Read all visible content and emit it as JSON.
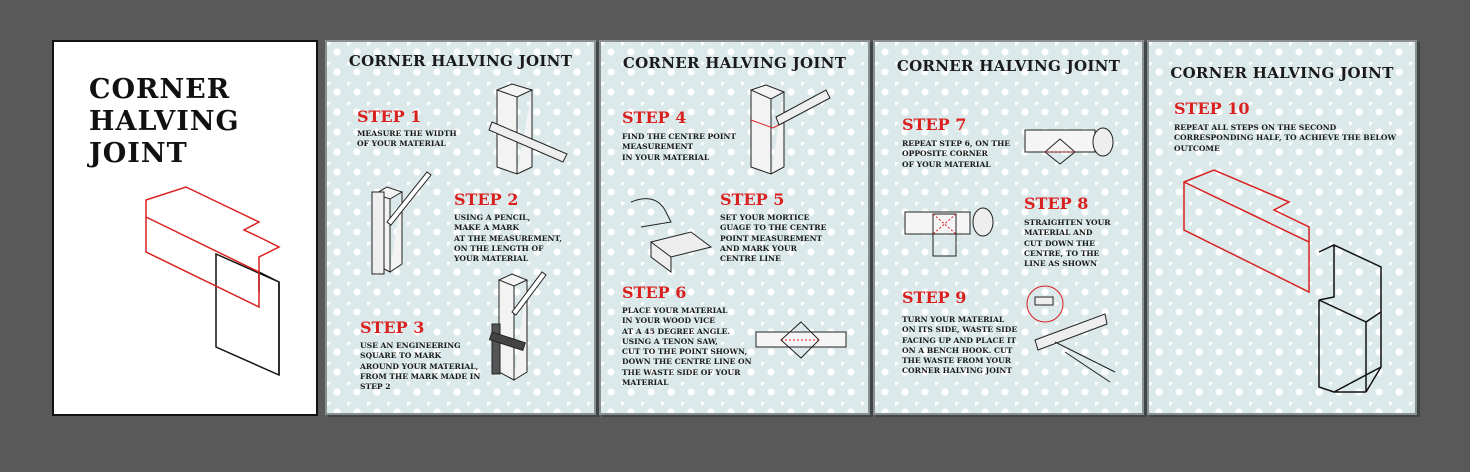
{
  "cover": {
    "title_lines": [
      "CORNER",
      "HALVING",
      "JOINT"
    ]
  },
  "panels": [
    {
      "title": "CORNER HALVING JOINT",
      "steps": [
        {
          "heading": "STEP 1",
          "text": "MEASURE THE WIDTH\nOF YOUR MATERIAL"
        },
        {
          "heading": "STEP 2",
          "text": "USING A PENCIL,\nMAKE A MARK\nAT THE MEASUREMENT,\nON THE LENGTH OF\nYOUR MATERIAL"
        },
        {
          "heading": "STEP 3",
          "text": "USE AN ENGINEERING\nSQUARE TO MARK\nAROUND YOUR MATERIAL,\nFROM THE MARK MADE IN\nSTEP 2"
        }
      ]
    },
    {
      "title": "CORNER HALVING JOINT",
      "steps": [
        {
          "heading": "STEP 4",
          "text": "FIND THE CENTRE POINT\nMEASUREMENT\nIN YOUR MATERIAL"
        },
        {
          "heading": "STEP 5",
          "text": "SET YOUR MORTICE\nGUAGE TO THE CENTRE\nPOINT MEASUREMENT\nAND MARK YOUR\nCENTRE LINE"
        },
        {
          "heading": "STEP 6",
          "text": "PLACE YOUR MATERIAL\nIN YOUR WOOD VICE\nAT A 45 DEGREE ANGLE.\nUSING A TENON SAW,\nCUT TO THE POINT SHOWN,\nDOWN THE CENTRE LINE ON\nTHE WASTE SIDE OF YOUR\nMATERIAL"
        }
      ]
    },
    {
      "title": "CORNER HALVING JOINT",
      "steps": [
        {
          "heading": "STEP 7",
          "text": "REPEAT STEP 6, ON THE\nOPPOSITE CORNER\nOF YOUR MATERIAL"
        },
        {
          "heading": "STEP 8",
          "text": "STRAIGHTEN YOUR\nMATERIAL AND\nCUT DOWN THE\nCENTRE, TO THE\nLINE AS SHOWN"
        },
        {
          "heading": "STEP 9",
          "text": "TURN YOUR MATERIAL\nON ITS SIDE, WASTE SIDE\nFACING UP AND PLACE IT\nON A BENCH HOOK. CUT\nTHE WASTE FROM YOUR\nCORNER HALVING JOINT"
        }
      ]
    },
    {
      "title": "CORNER HALVING JOINT",
      "steps": [
        {
          "heading": "STEP 10",
          "text": "REPEAT ALL STEPS ON THE SECOND\nCORRESPONDING HALF, TO ACHIEVE THE BELOW\nOUTCOME"
        }
      ]
    }
  ],
  "colors": {
    "accent": "#d9211f",
    "background": "#595959",
    "panel": "#dce9ea"
  }
}
